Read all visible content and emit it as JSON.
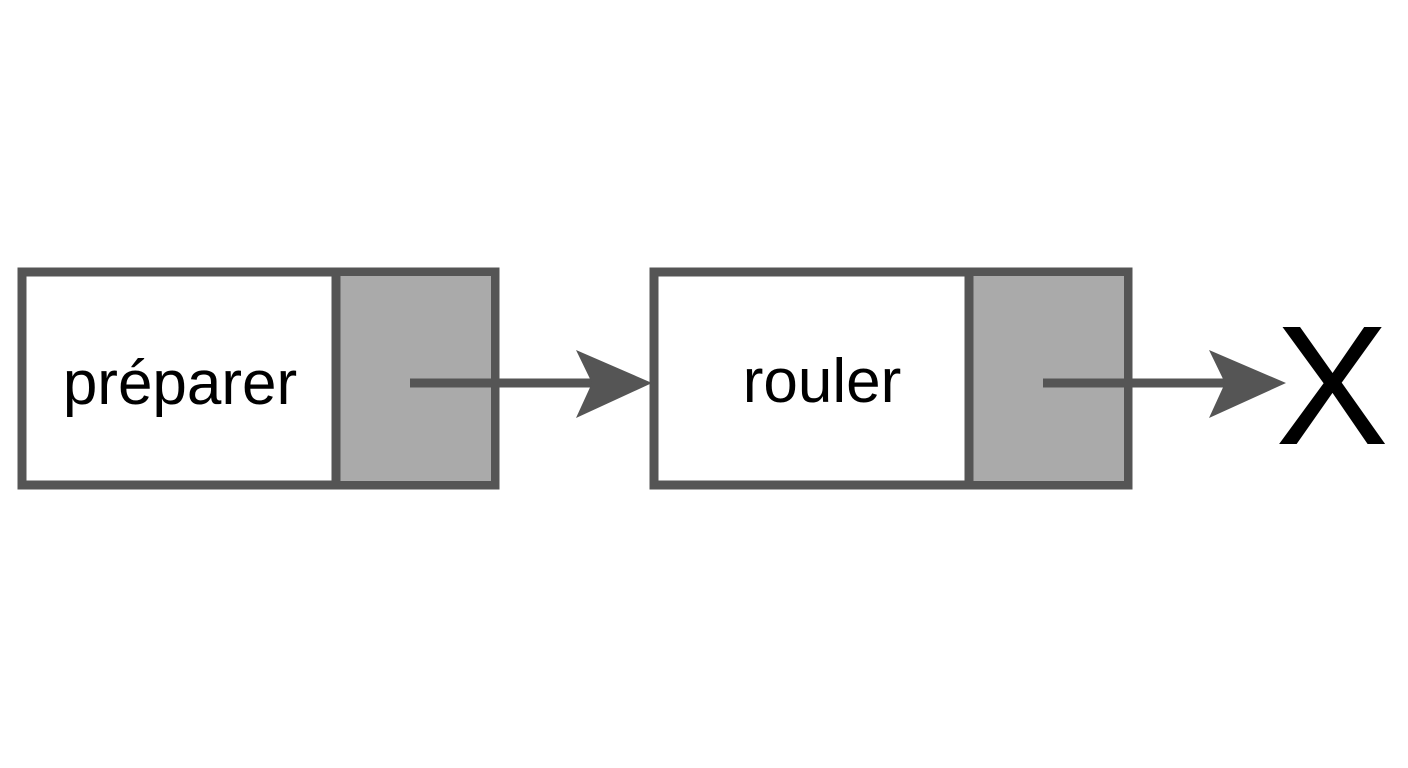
{
  "diagram": {
    "type": "linked-list",
    "nodes": [
      {
        "label": "préparer"
      },
      {
        "label": "rouler"
      }
    ],
    "terminator": "X",
    "colors": {
      "border": "#555555",
      "pointer_cell": "#aaaaaa",
      "data_cell": "#ffffff",
      "arrow": "#555555",
      "text": "#000000"
    }
  }
}
